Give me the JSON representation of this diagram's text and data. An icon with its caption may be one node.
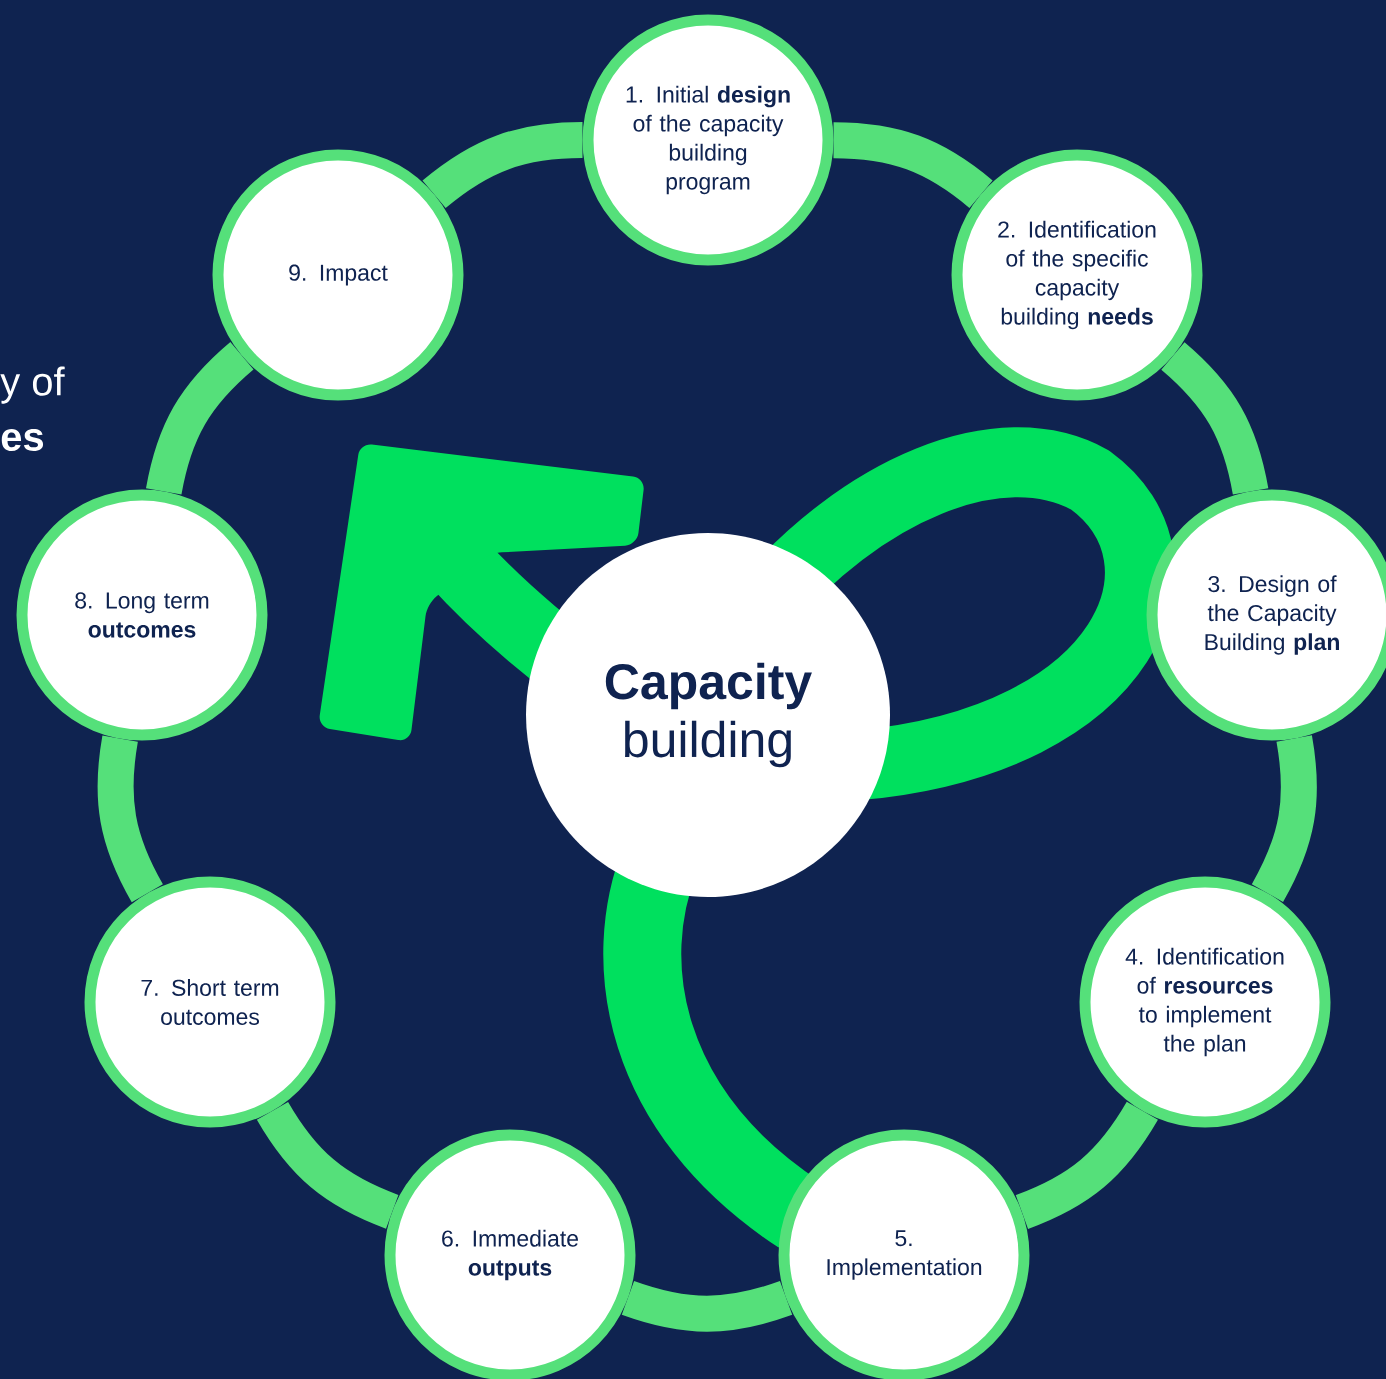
{
  "diagram": {
    "nodes": [
      {
        "text": [
          "**Capacity** building"
        ]
      },
      {
        "text": [
          "1. Initial **design** of the capacity building program"
        ]
      },
      {
        "text": [
          "2. Identification of the specific capacity building **needs**"
        ]
      },
      {
        "text": [
          "3. Design of the Capacity Building **plan**"
        ]
      },
      {
        "text": [
          "4. Identification of **resources** to implement the plan"
        ]
      },
      {
        "text": [
          "5. Implementation"
        ]
      },
      {
        "text": [
          "6. Immediate **outputs**"
        ]
      },
      {
        "text": [
          "7. Short term outcomes"
        ]
      },
      {
        "text": [
          "8. Long term **outcomes**"
        ]
      },
      {
        "text": [
          "9. Impact"
        ]
      }
    ],
    "edges": [
      {
        "from": 1,
        "to": 2,
        "arrow": "none"
      },
      {
        "from": 2,
        "to": 3,
        "arrow": "none"
      },
      {
        "from": 3,
        "to": 4,
        "arrow": "none"
      },
      {
        "from": 4,
        "to": 5,
        "arrow": "none"
      },
      {
        "from": 5,
        "to": 6,
        "arrow": "none"
      },
      {
        "from": 6,
        "to": 7,
        "arrow": "none"
      },
      {
        "from": 7,
        "to": 8,
        "arrow": "none"
      },
      {
        "from": 8,
        "to": 9,
        "arrow": "none"
      },
      {
        "from": 9,
        "to": 1,
        "arrow": "none"
      }
    ],
    "labels": [
      "y of",
      "es"
    ]
  }
}
